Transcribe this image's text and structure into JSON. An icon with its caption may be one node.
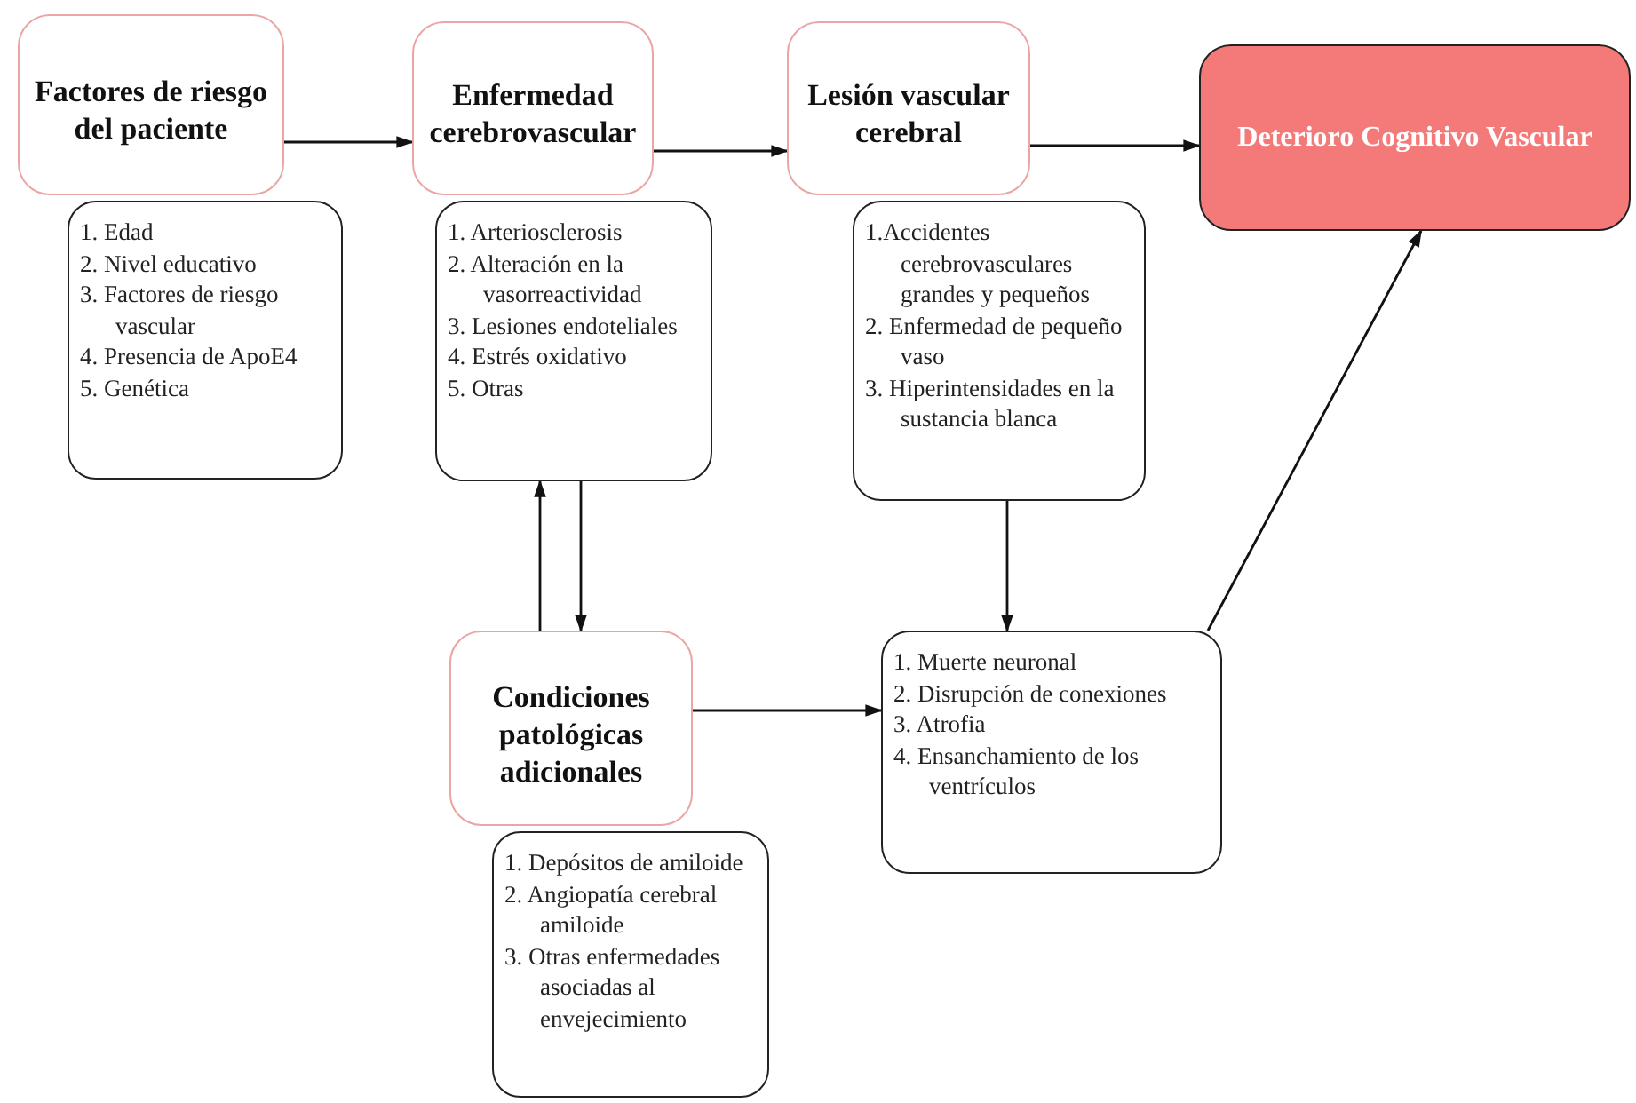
{
  "diagram": {
    "nodes": [
      {
        "text": [
          "Factores de riesgo del paciente"
        ]
      },
      {
        "text": [
          "1. Edad",
          "2. Nivel educativo",
          "3. Factores de riesgo vascular",
          "4. Presencia de ApoE4",
          "5. Genética"
        ]
      },
      {
        "text": [
          "Enfermedad cerebrovascular"
        ]
      },
      {
        "text": [
          "1. Arteriosclerosis",
          "2. Alteración en la vasorreactividad",
          "3. Lesiones endoteliales",
          "4. Estrés oxidativo",
          "5. Otras"
        ]
      },
      {
        "text": [
          "Lesión vascular cerebral"
        ]
      },
      {
        "text": [
          "1.Accidentes cerebrovasculares grandes y pequeños",
          "2. Enfermedad de pequeño vaso",
          "3. Hiperintensidades en la sustancia blanca"
        ]
      },
      {
        "text": [
          "Deterioro Cognitivo Vascular"
        ]
      },
      {
        "text": [
          "Condiciones patológicas adicionales"
        ]
      },
      {
        "text": [
          "1. Depósitos de amiloide",
          "2. Angiopatía cerebral amiloide",
          "3. Otras enfermedades asociadas al envejecimiento"
        ]
      },
      {
        "text": [
          "1. Muerte neuronal",
          "2. Disrupción de conexiones",
          "3. Atrofia",
          "4. Ensanchamiento de los ventrículos"
        ]
      }
    ],
    "edges": [
      {
        "from": 0,
        "to": 2,
        "arrow": "to"
      },
      {
        "from": 2,
        "to": 4,
        "arrow": "to"
      },
      {
        "from": 4,
        "to": 6,
        "arrow": "to"
      },
      {
        "from": 7,
        "to": 3,
        "arrow": "to"
      },
      {
        "from": 3,
        "to": 7,
        "arrow": "to"
      },
      {
        "from": 5,
        "to": 9,
        "arrow": "to"
      },
      {
        "from": 7,
        "to": 9,
        "arrow": "to"
      },
      {
        "from": 9,
        "to": 6,
        "arrow": "to"
      }
    ]
  }
}
